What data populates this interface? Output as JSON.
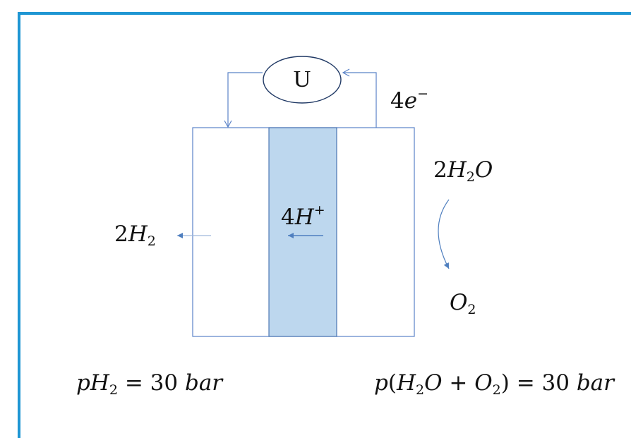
{
  "colors": {
    "frame_border": "#1f96d3",
    "outline": "#5b83c7",
    "membrane_fill": "#bdd7ee",
    "arrow": "#4f7fbf",
    "text": "#111111"
  },
  "meter": {
    "label": "U"
  },
  "electrons": {
    "coef": "4",
    "symbol": "e",
    "charge": "−"
  },
  "hydrogen_out": {
    "coef": "2",
    "symbol": "H",
    "sub": "2"
  },
  "protons": {
    "coef": "4",
    "symbol": "H",
    "charge": "+"
  },
  "water_in": {
    "coef": "2",
    "h": "H",
    "sub": "2",
    "o": "O"
  },
  "oxygen_out": {
    "symbol": "O",
    "sub": "2"
  },
  "pressure_cathode": {
    "p": "p",
    "h": "H",
    "sub": "2",
    "rest": " = 30 ",
    "unit": "bar"
  },
  "pressure_anode": {
    "p": "p",
    "open": "(",
    "h": "H",
    "sub1": "2",
    "o": "O",
    "plus": " + ",
    "o2": "O",
    "sub2": "2",
    "close": ")",
    "rest": " = 30 ",
    "unit": "bar"
  }
}
